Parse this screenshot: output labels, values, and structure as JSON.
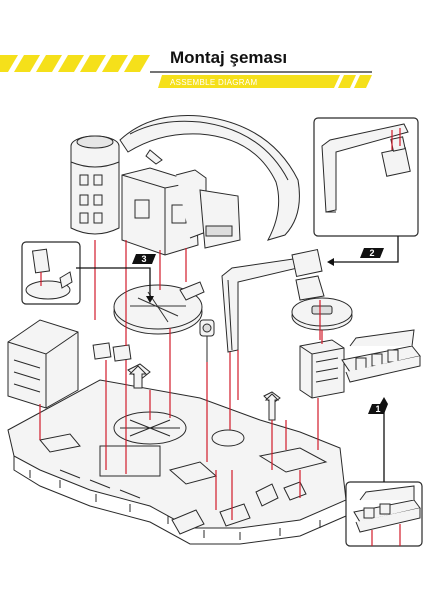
{
  "header": {
    "title": "Montaj şeması",
    "subtitle": "ASSEMBLE DIAGRAM",
    "accent_color": "#f5e01a"
  },
  "steps": [
    {
      "label": "1"
    },
    {
      "label": "2"
    },
    {
      "label": "3"
    }
  ],
  "colors": {
    "line": "#2a2a2a",
    "guide": "#d11a2a",
    "part_fill": "#f4f4f4",
    "badge": "#111111"
  }
}
